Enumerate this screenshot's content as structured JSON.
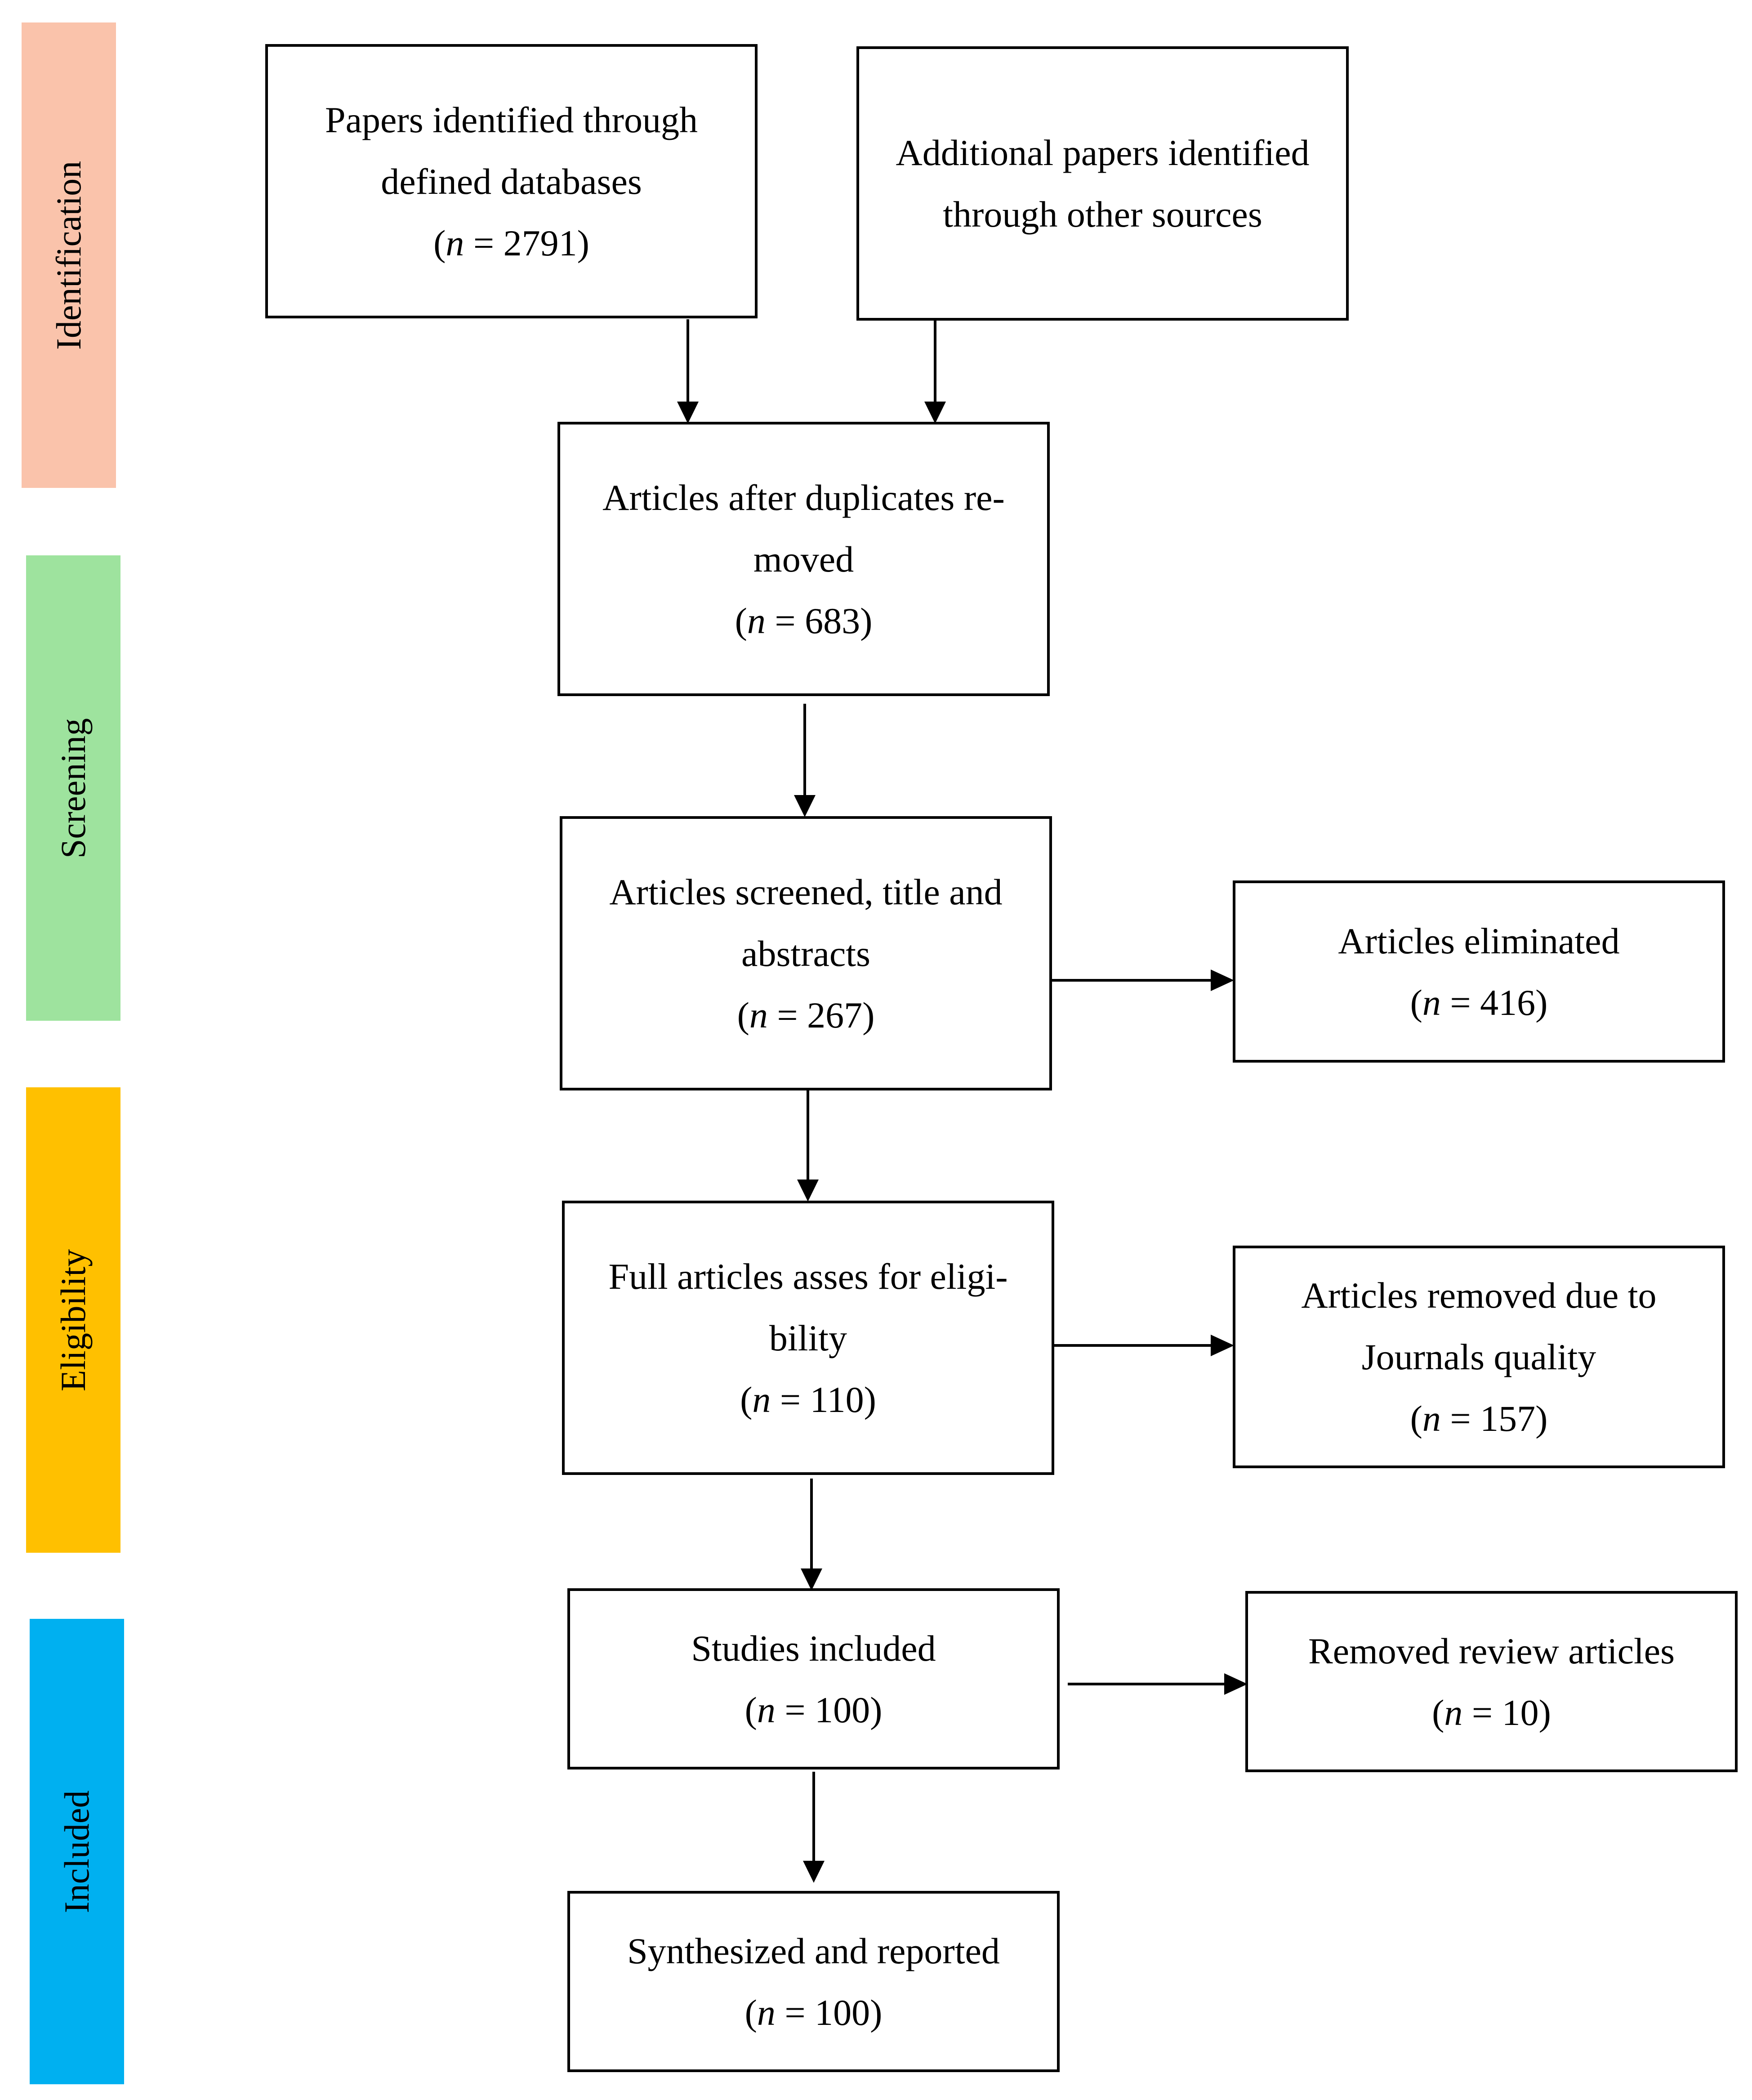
{
  "colors": {
    "identification": "#FAC3AB",
    "screening": "#9EE39E",
    "eligibility": "#FFC000",
    "included": "#00B0F0",
    "box_border": "#000000",
    "arrow": "#000000"
  },
  "stages": {
    "identification": "Identification",
    "screening": "Screening",
    "eligibility": "Eligibility",
    "included": "Included"
  },
  "boxes": {
    "databases": {
      "lines": [
        "Papers identified through",
        "defined databases"
      ],
      "n_symbol": "n",
      "n_value": "2791"
    },
    "other_sources": {
      "lines": [
        "Additional papers identified",
        "through other sources"
      ]
    },
    "after_duplicates": {
      "lines": [
        "Articles after duplicates re-",
        "moved"
      ],
      "n_symbol": "n",
      "n_value": "683"
    },
    "screened": {
      "lines": [
        "Articles screened, title and",
        "abstracts"
      ],
      "n_symbol": "n",
      "n_value": "267"
    },
    "eliminated": {
      "lines": [
        "Articles eliminated"
      ],
      "n_symbol": "n",
      "n_value": "416"
    },
    "full_articles": {
      "lines": [
        "Full articles asses for eligi-",
        "bility"
      ],
      "n_symbol": "n",
      "n_value": "110"
    },
    "removed_quality": {
      "lines": [
        "Articles removed due to",
        "Journals quality"
      ],
      "n_symbol": "n",
      "n_value": "157"
    },
    "studies_included": {
      "lines": [
        "Studies included"
      ],
      "n_symbol": "n",
      "n_value": "100"
    },
    "removed_review": {
      "lines": [
        "Removed review articles"
      ],
      "n_symbol": "n",
      "n_value": "10"
    },
    "synthesized": {
      "lines": [
        "Synthesized and reported"
      ],
      "n_symbol": "n",
      "n_value": "100"
    }
  }
}
